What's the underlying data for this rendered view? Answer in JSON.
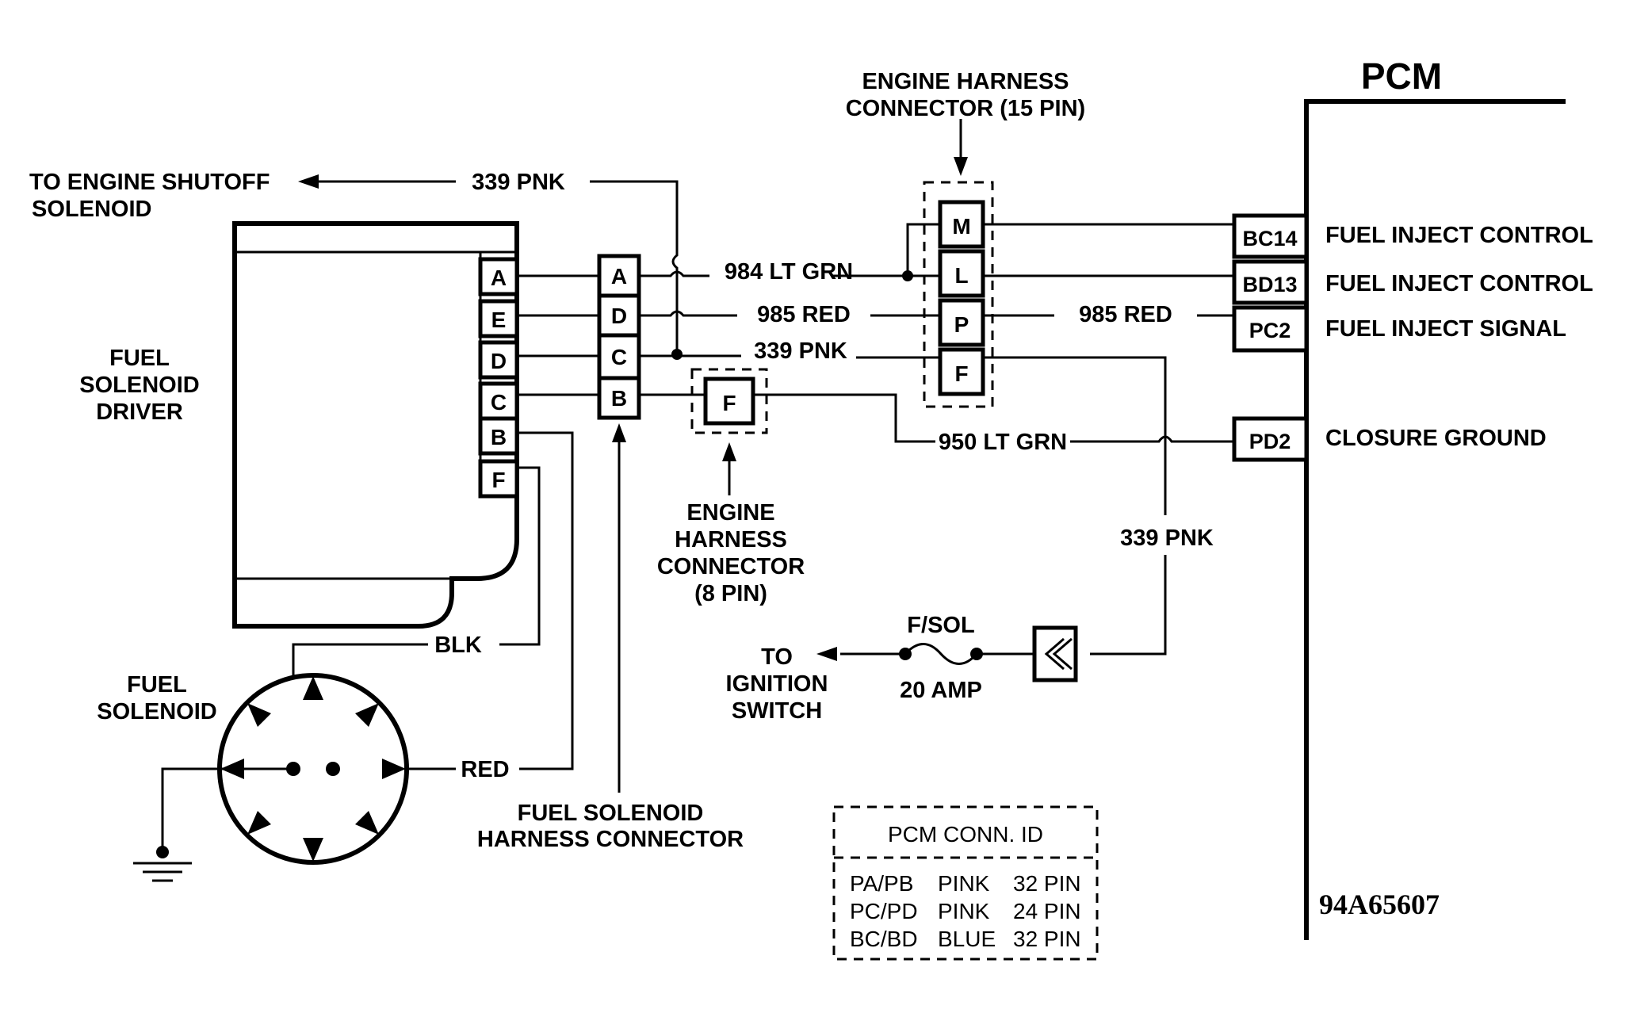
{
  "pcm": {
    "title": "PCM",
    "pins": [
      {
        "id": "BC14",
        "function": "FUEL INJECT CONTROL"
      },
      {
        "id": "BD13",
        "function": "FUEL INJECT CONTROL"
      },
      {
        "id": "PC2",
        "function": "FUEL INJECT SIGNAL"
      },
      {
        "id": "PD2",
        "function": "CLOSURE GROUND"
      }
    ]
  },
  "to_engine_shutoff": {
    "line1": "TO ENGINE SHUTOFF",
    "line2": "SOLENOID"
  },
  "driver": {
    "line1": "FUEL",
    "line2": "SOLENOID",
    "line3": "DRIVER",
    "pins": [
      "A",
      "E",
      "D",
      "C",
      "B",
      "F"
    ]
  },
  "fs_harness": {
    "pins": [
      "A",
      "D",
      "C",
      "B"
    ],
    "line1": "FUEL SOLENOID",
    "line2": "HARNESS CONNECTOR"
  },
  "eh15": {
    "line1": "ENGINE HARNESS",
    "line2": "CONNECTOR (15 PIN)",
    "pins": [
      "M",
      "L",
      "P",
      "F"
    ]
  },
  "eh8": {
    "pin": "F",
    "line1": "ENGINE",
    "line2": "HARNESS",
    "line3": "CONNECTOR",
    "line4": "(8 PIN)"
  },
  "wires": {
    "pnk_top": "339 PNK",
    "ltgrn_984": "984 LT GRN",
    "red_985_a": "985 RED",
    "red_985_b": "985 RED",
    "pnk_mid": "339 PNK",
    "ltgrn_950": "950 LT GRN",
    "pnk_right": "339 PNK",
    "blk": "BLK",
    "red": "RED"
  },
  "fuel_solenoid": {
    "line1": "FUEL",
    "line2": "SOLENOID"
  },
  "fuse": {
    "name": "F/SOL",
    "rating": "20 AMP"
  },
  "ignition": {
    "line1": "TO",
    "line2": "IGNITION",
    "line3": "SWITCH"
  },
  "conn_id_table": {
    "title": "PCM CONN. ID",
    "rows": [
      [
        "PA/PB",
        "PINK",
        "32 PIN"
      ],
      [
        "PC/PD",
        "PINK",
        "24 PIN"
      ],
      [
        "BC/BD",
        "BLUE",
        "32 PIN"
      ]
    ]
  },
  "figure_id": "94A65607"
}
